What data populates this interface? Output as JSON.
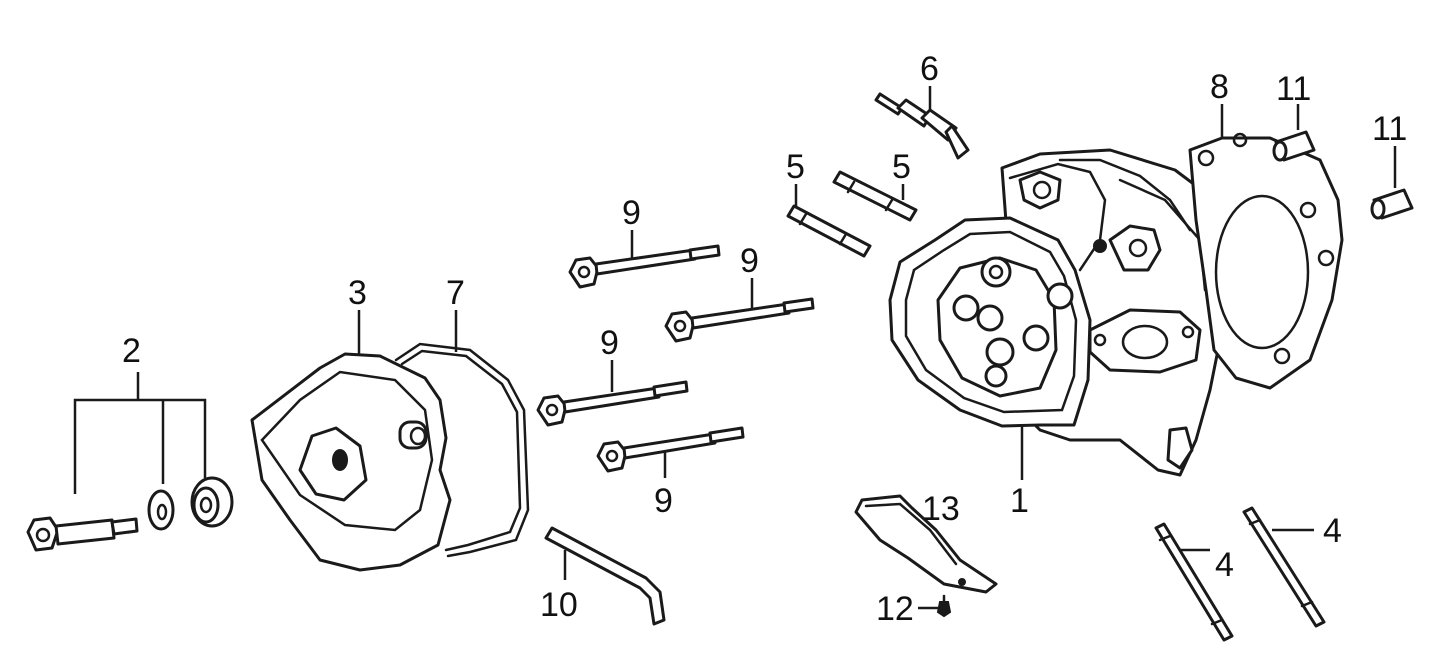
{
  "callouts": {
    "c1": "1",
    "c2": "2",
    "c3": "3",
    "c4a": "4",
    "c4b": "4",
    "c5a": "5",
    "c5b": "5",
    "c6": "6",
    "c7": "7",
    "c8": "8",
    "c9a": "9",
    "c9b": "9",
    "c9c": "9",
    "c9d": "9",
    "c10": "10",
    "c11a": "11",
    "c11b": "11",
    "c12": "12",
    "c13": "13"
  }
}
